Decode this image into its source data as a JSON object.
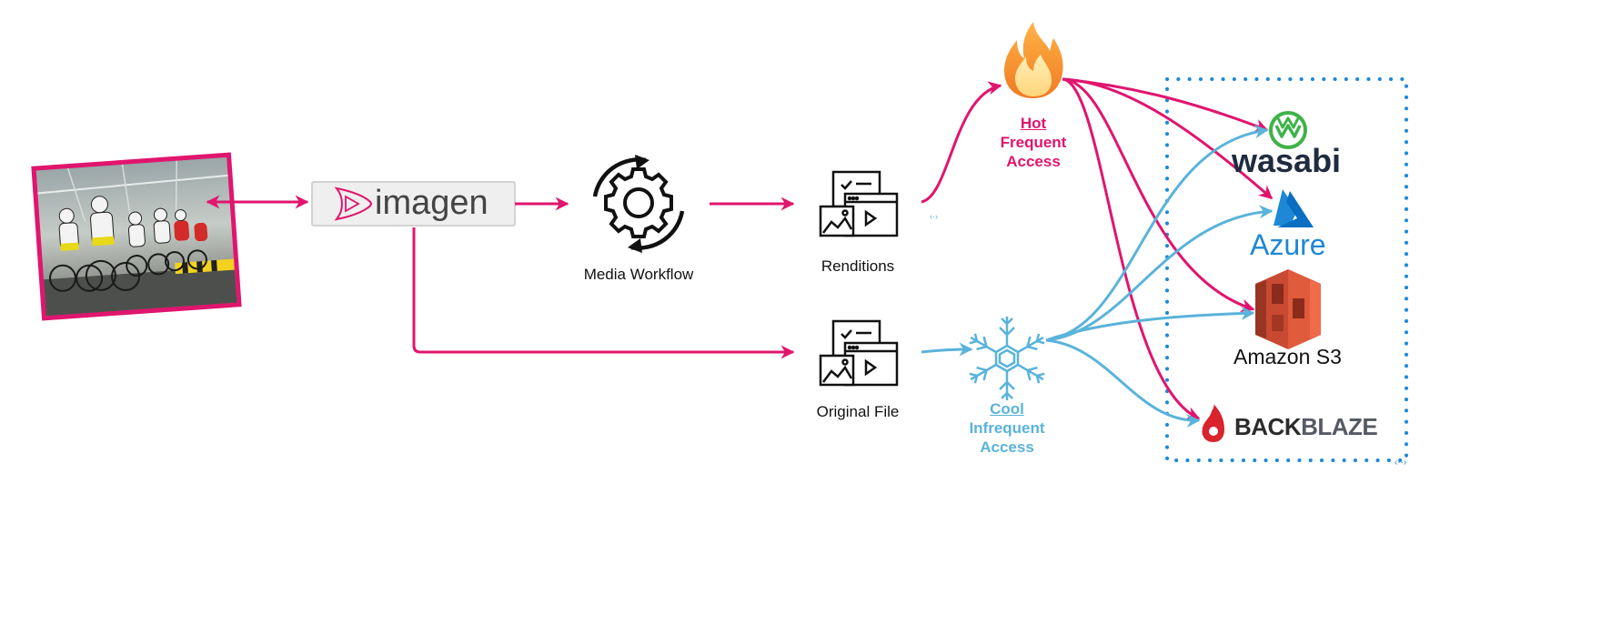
{
  "colors": {
    "hot": "#e0156e",
    "cool": "#5ab3da",
    "wasabi_green": "#3fb24a",
    "wasabi_text": "#1f2b3e",
    "azure": "#1e88d6",
    "s3": "#c84a32",
    "backblaze_red": "#d9232e",
    "backblaze_text": "#2b2b2b"
  },
  "imagen": {
    "label": "imagen"
  },
  "workflow": {
    "label": "Media Workflow"
  },
  "renditions": {
    "label": "Renditions"
  },
  "original": {
    "label": "Original File"
  },
  "hot": {
    "head": "Hot",
    "line1": "Frequent",
    "line2": "Access"
  },
  "cool": {
    "head": "Cool",
    "line1": "Infrequent",
    "line2": "Access"
  },
  "providers": {
    "wasabi": "wasabi",
    "azure": "Azure",
    "s3": "Amazon S3",
    "backblaze_a": "BACK",
    "backblaze_b": "BLAZE"
  }
}
